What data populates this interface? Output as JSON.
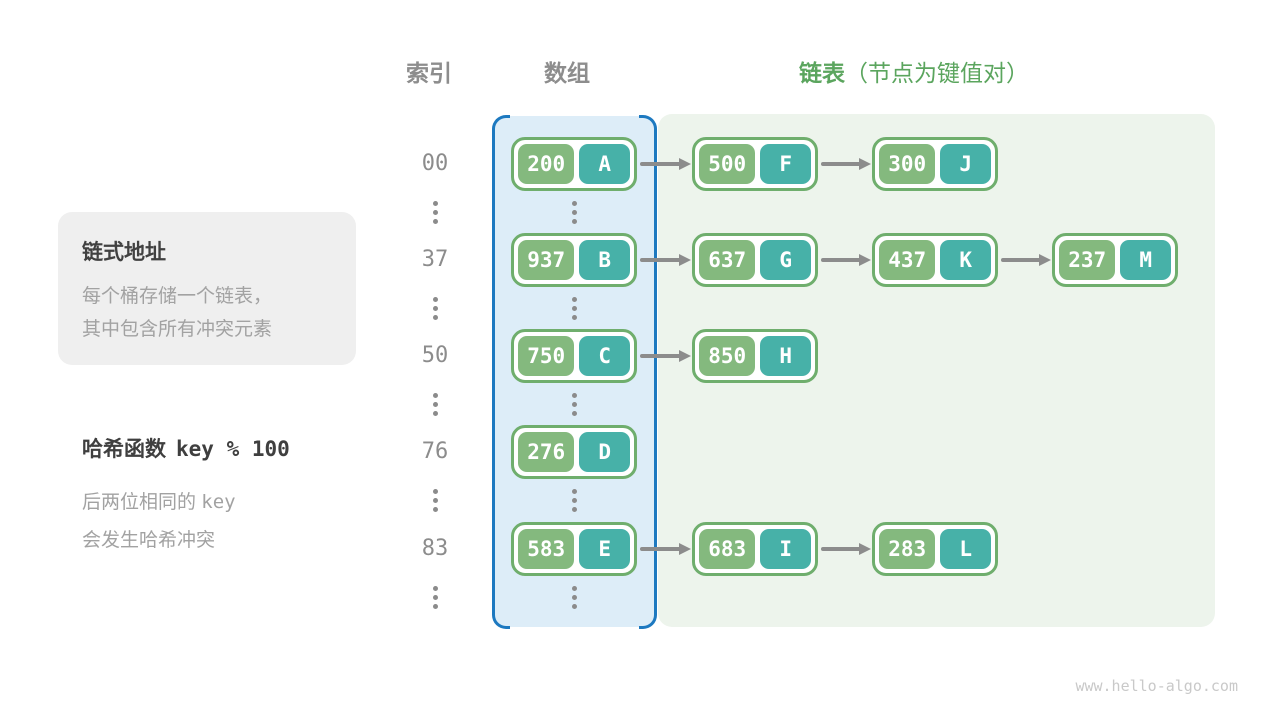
{
  "headers": {
    "index": "索引",
    "array": "数组",
    "list_bold": "链表",
    "list_note": "（节点为键值对）"
  },
  "annotations": {
    "box_title": "链式地址",
    "box_line1": "每个桶存储一个链表，",
    "box_line2": "其中包含所有冲突元素",
    "fn_title": "哈希函数",
    "fn_code": "key % 100",
    "fn_line1_text": "后两位相同的 ",
    "fn_line1_code": "key",
    "fn_line2": "会发生哈希冲突"
  },
  "watermark": "www.hello-algo.com",
  "colors": {
    "header_green": "#5ba55e",
    "header_gray": "#8d8d8d",
    "node_key_green": "#84b97e",
    "node_value_teal": "#47b1a8",
    "node_border_green": "#6fae6d",
    "array_fill_blue": "#ddedf8",
    "array_border_blue": "#1d79c0",
    "list_fill_green": "#edf4ec",
    "note_box_gray": "#efefef",
    "arrow_gray": "#8c8c8c"
  },
  "rows": [
    {
      "index": "00",
      "bucket": {
        "key": "200",
        "value": "A"
      },
      "chain": [
        {
          "key": "500",
          "value": "F"
        },
        {
          "key": "300",
          "value": "J"
        }
      ]
    },
    {
      "index": "37",
      "bucket": {
        "key": "937",
        "value": "B"
      },
      "chain": [
        {
          "key": "637",
          "value": "G"
        },
        {
          "key": "437",
          "value": "K"
        },
        {
          "key": "237",
          "value": "M"
        }
      ]
    },
    {
      "index": "50",
      "bucket": {
        "key": "750",
        "value": "C"
      },
      "chain": [
        {
          "key": "850",
          "value": "H"
        }
      ]
    },
    {
      "index": "76",
      "bucket": {
        "key": "276",
        "value": "D"
      },
      "chain": []
    },
    {
      "index": "83",
      "bucket": {
        "key": "583",
        "value": "E"
      },
      "chain": [
        {
          "key": "683",
          "value": "I"
        },
        {
          "key": "283",
          "value": "L"
        }
      ]
    }
  ]
}
